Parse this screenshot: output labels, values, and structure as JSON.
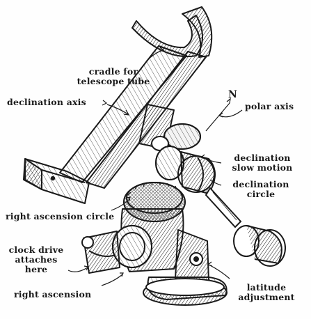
{
  "diagram": {
    "ink_color": "#1a1a1a",
    "north_marker": "N",
    "labels": {
      "cradle": [
        "cradle for",
        "telescope tube"
      ],
      "declination_axis": [
        "declination axis"
      ],
      "polar_axis": [
        "polar axis"
      ],
      "declination_slow_motion": [
        "declination",
        "slow motion"
      ],
      "declination_circle": [
        "declination",
        "circle"
      ],
      "right_ascension_circle": [
        "right ascension circle"
      ],
      "clock_drive": [
        "clock drive",
        "attaches",
        "here"
      ],
      "right_ascension": [
        "right ascension"
      ],
      "latitude_adjustment": [
        "latitude",
        "adjustment"
      ]
    }
  }
}
